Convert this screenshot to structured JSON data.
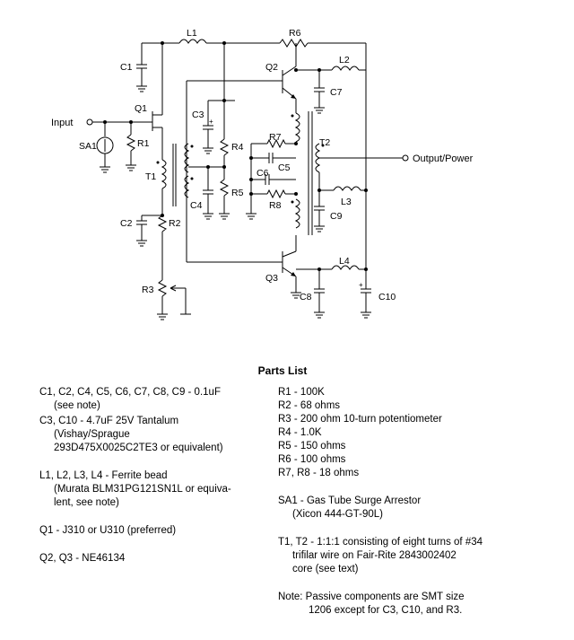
{
  "schematic": {
    "input_label": "Input",
    "output_label": "Output/Power",
    "components": [
      "L1",
      "R6",
      "C1",
      "Q2",
      "L2",
      "C7",
      "Q1",
      "C3",
      "R7",
      "T2",
      "SA1",
      "R1",
      "R4",
      "C5",
      "T1",
      "C6",
      "L3",
      "C4",
      "R5",
      "R8",
      "C2",
      "R2",
      "C9",
      "L4",
      "R3",
      "Q3",
      "C8",
      "C10"
    ]
  },
  "parts_list": {
    "title": "Parts List",
    "left": [
      {
        "lines": [
          "C1, C2, C4, C5, C6, C7, C8, C9 - 0.1uF",
          "(see note)"
        ]
      },
      {
        "lines": [
          "C3, C10 - 4.7uF 25V Tantalum",
          "(Vishay/Sprague",
          "293D475X0025C2TE3 or equivalent)"
        ]
      },
      {
        "lines": [
          "L1, L2, L3, L4 - Ferrite bead",
          "(Murata BLM31PG121SN1L or equiva-",
          "lent, see note)"
        ]
      },
      {
        "lines": [
          "Q1 - J310 or U310 (preferred)"
        ]
      },
      {
        "lines": [
          "Q2, Q3 - NE46134"
        ]
      }
    ],
    "right": [
      {
        "lines": [
          "R1 - 100K",
          "R2 - 68 ohms",
          "R3 - 200 ohm 10-turn potentiometer",
          "R4 - 1.0K",
          "R5 - 150 ohms",
          "R6 - 100 ohms",
          "R7, R8 - 18 ohms"
        ]
      },
      {
        "lines": [
          "SA1 - Gas Tube Surge Arrestor",
          "(Xicon 444-GT-90L)"
        ]
      },
      {
        "lines": [
          "T1, T2 - 1:1:1 consisting of eight turns of #34",
          "trifilar wire on Fair-Rite 2843002402",
          "core (see text)"
        ]
      },
      {
        "lines": [
          "Note: Passive components are SMT size",
          "1206 except for C3, C10, and R3."
        ]
      }
    ]
  }
}
